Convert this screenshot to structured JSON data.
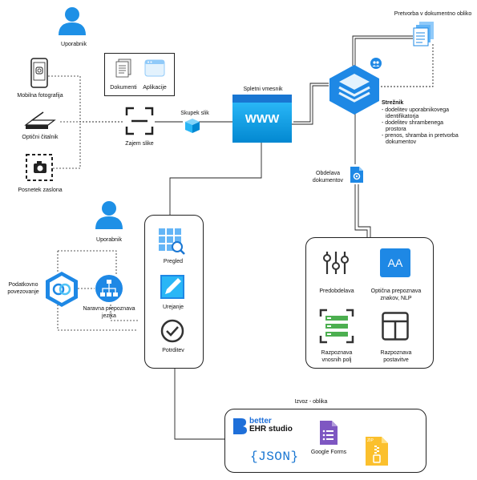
{
  "actors": {
    "user_top": "Uporabnik",
    "user_left": "Uporabnik"
  },
  "capture": {
    "mobile": "Mobilna fotografija",
    "scanner": "Optični čitalnik",
    "screenshot": "Posnetek zaslona",
    "capture_label": "Zajem slike",
    "bundle": "Skupek slik"
  },
  "types": {
    "docs": "Dokumenti",
    "apps": "Aplikacije"
  },
  "web": {
    "title": "Spletni vmesnik",
    "www": "WWW"
  },
  "server": {
    "output_doc": "Pretvorba v dokumentno obliko",
    "title": "Strežnik",
    "bullets": [
      "- dodelitev uporabnikovega",
      "  identifikatorja",
      "- dodelitev shrambenega",
      "  prostora",
      "- prenos, shramba in pretvorba",
      "  dokumentov"
    ],
    "processing": [
      "Obdelava",
      "dokumentov"
    ]
  },
  "processing_box": {
    "pre": "Predobdelava",
    "ocr": [
      "Optična prepoznava",
      "znakov, NLP"
    ],
    "fields": [
      "Razpoznava",
      "vnosnih polj"
    ],
    "layout": [
      "Razpoznava",
      "postavitve"
    ],
    "aa": "AA"
  },
  "left_panel": {
    "data_link": [
      "Podatkovno",
      "povezovanje"
    ],
    "nlp": [
      "Naravna prepoznava",
      "jezika"
    ]
  },
  "review": {
    "review": "Pregled",
    "edit": "Urejanje",
    "confirm": "Potrditev"
  },
  "export": {
    "title": "Izvoz - oblika",
    "better": "better",
    "ehr": "EHR studio",
    "json": "{JSON}",
    "gforms": "Google Forms",
    "zip": "ZIP"
  },
  "colors": {
    "blue": "#1E90E6",
    "dark_blue": "#1976D2",
    "light_blue": "#4FC3F7",
    "purple": "#7E57C2",
    "green": "#43A047",
    "yellow": "#FBC02D"
  }
}
